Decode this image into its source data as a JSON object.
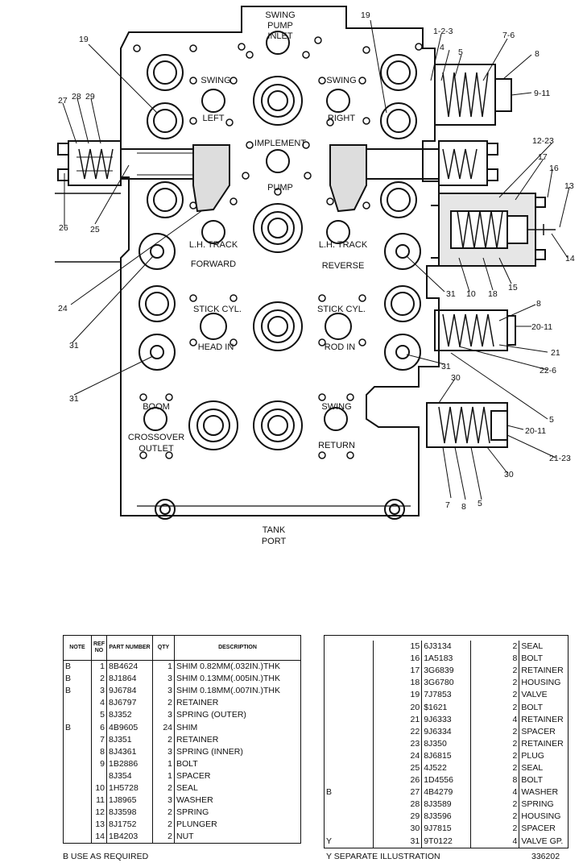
{
  "diagram": {
    "ports": {
      "swing_pump_inlet": [
        "SWING",
        "PUMP",
        "INLET"
      ],
      "swing_left": [
        "SWING",
        "LEFT"
      ],
      "swing_right": [
        "SWING",
        "RIGHT"
      ],
      "implement_pump": [
        "IMPLEMENT",
        "PUMP"
      ],
      "lh_track_forward": [
        "L.H. TRACK",
        "FORWARD"
      ],
      "lh_track_reverse": [
        "L.H. TRACK",
        "REVERSE"
      ],
      "stick_cyl_head": [
        "STICK CYL.",
        "HEAD IN"
      ],
      "stick_cyl_rod": [
        "STICK CYL.",
        "ROD IN"
      ],
      "boom_crossover": [
        "BOOM",
        "CROSSOVER",
        "OUTLET"
      ],
      "swing_return": [
        "SWING",
        "RETURN"
      ],
      "tank_port": [
        "TANK",
        "PORT"
      ]
    },
    "callouts": [
      "19",
      "19",
      "1-2-3",
      "4",
      "5",
      "7-6",
      "8",
      "9-11",
      "27",
      "28",
      "29",
      "26",
      "25",
      "12-23",
      "17",
      "16",
      "13",
      "14",
      "15",
      "18",
      "10",
      "24",
      "31",
      "31",
      "31",
      "31",
      "8",
      "20-11",
      "21",
      "22-6",
      "5",
      "30",
      "20-11",
      "21-23",
      "30",
      "7",
      "8",
      "5"
    ]
  },
  "table": {
    "headers": {
      "note": "NOTE",
      "ref": "REF NO",
      "part": "PART NUMBER",
      "qty": "QTY",
      "desc": "DESCRIPTION"
    },
    "left_rows": [
      {
        "note": "B",
        "ref": "1",
        "part": "8B4624",
        "qty": "1",
        "desc": "SHIM 0.82MM(.032IN.)THK"
      },
      {
        "note": "B",
        "ref": "2",
        "part": "8J1864",
        "qty": "3",
        "desc": "SHIM 0.13MM(.005IN.)THK"
      },
      {
        "note": "B",
        "ref": "3",
        "part": "9J6784",
        "qty": "3",
        "desc": "SHIM 0.18MM(.007IN.)THK"
      },
      {
        "note": "",
        "ref": "4",
        "part": "8J6797",
        "qty": "2",
        "desc": "RETAINER"
      },
      {
        "note": "",
        "ref": "5",
        "part": "8J352",
        "qty": "3",
        "desc": "SPRING (OUTER)"
      },
      {
        "note": "B",
        "ref": "6",
        "part": "4B9605",
        "qty": "24",
        "desc": "SHIM"
      },
      {
        "note": "",
        "ref": "7",
        "part": "8J351",
        "qty": "2",
        "desc": "RETAINER"
      },
      {
        "note": "",
        "ref": "8",
        "part": "8J4361",
        "qty": "3",
        "desc": "SPRING (INNER)"
      },
      {
        "note": "",
        "ref": "9",
        "part": "1B2886",
        "qty": "1",
        "desc": "BOLT"
      },
      {
        "note": "",
        "ref": "",
        "part": "8J354",
        "qty": "1",
        "desc": "SPACER"
      },
      {
        "note": "",
        "ref": "10",
        "part": "1H5728",
        "qty": "2",
        "desc": "SEAL"
      },
      {
        "note": "",
        "ref": "11",
        "part": "1J8965",
        "qty": "3",
        "desc": "WASHER"
      },
      {
        "note": "",
        "ref": "12",
        "part": "8J3598",
        "qty": "2",
        "desc": "SPRING"
      },
      {
        "note": "",
        "ref": "13",
        "part": "8J1752",
        "qty": "2",
        "desc": "PLUNGER"
      },
      {
        "note": "",
        "ref": "14",
        "part": "1B4203",
        "qty": "2",
        "desc": "NUT"
      }
    ],
    "right_rows": [
      {
        "note": "",
        "ref": "15",
        "part": "6J3134",
        "qty": "2",
        "desc": "SEAL"
      },
      {
        "note": "",
        "ref": "16",
        "part": "1A5183",
        "qty": "8",
        "desc": "BOLT"
      },
      {
        "note": "",
        "ref": "17",
        "part": "3G6839",
        "qty": "2",
        "desc": "RETAINER"
      },
      {
        "note": "",
        "ref": "18",
        "part": "3G6780",
        "qty": "2",
        "desc": "HOUSING"
      },
      {
        "note": "",
        "ref": "19",
        "part": "7J7853",
        "qty": "2",
        "desc": "VALVE"
      },
      {
        "note": "",
        "ref": "20",
        "part": "$1621",
        "qty": "2",
        "desc": "BOLT"
      },
      {
        "note": "",
        "ref": "21",
        "part": "9J6333",
        "qty": "4",
        "desc": "RETAINER"
      },
      {
        "note": "",
        "ref": "22",
        "part": "9J6334",
        "qty": "2",
        "desc": "SPACER"
      },
      {
        "note": "",
        "ref": "23",
        "part": "8J350",
        "qty": "2",
        "desc": "RETAINER"
      },
      {
        "note": "",
        "ref": "24",
        "part": "8J6815",
        "qty": "2",
        "desc": "PLUG"
      },
      {
        "note": "",
        "ref": "25",
        "part": "4J522",
        "qty": "2",
        "desc": "SEAL"
      },
      {
        "note": "",
        "ref": "26",
        "part": "1D4556",
        "qty": "8",
        "desc": "BOLT"
      },
      {
        "note": "B",
        "ref": "27",
        "part": "4B4279",
        "qty": "4",
        "desc": "WASHER"
      },
      {
        "note": "",
        "ref": "28",
        "part": "8J3589",
        "qty": "2",
        "desc": "SPRING"
      },
      {
        "note": "",
        "ref": "29",
        "part": "8J3596",
        "qty": "2",
        "desc": "HOUSING"
      },
      {
        "note": "",
        "ref": "30",
        "part": "9J7815",
        "qty": "2",
        "desc": "SPACER"
      },
      {
        "note": "Y",
        "ref": "31",
        "part": "9T0122",
        "qty": "4",
        "desc": "VALVE GP."
      }
    ]
  },
  "footer": {
    "note_b": "B    USE AS REQUIRED",
    "note_y": "Y    SEPARATE ILLUSTRATION",
    "drawing_number": "336202"
  }
}
